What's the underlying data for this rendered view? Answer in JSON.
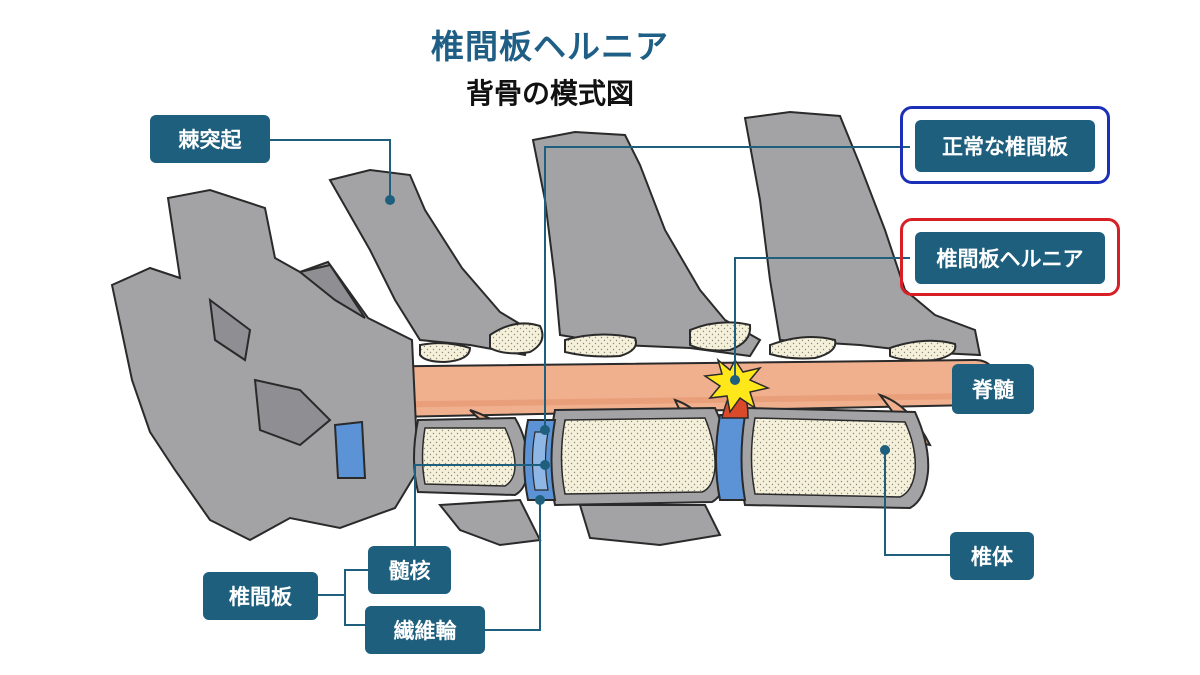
{
  "title": "椎間板ヘルニア",
  "subtitle": "背骨の模式図",
  "labels": {
    "spinous_process": "棘突起",
    "normal_disc": "正常な椎間板",
    "disc_herniation": "椎間板ヘルニア",
    "spinal_cord": "脊髄",
    "vertebral_body": "椎体",
    "intervertebral_disc": "椎間板",
    "nucleus_pulposus": "髄核",
    "annulus_fibrosus": "繊維輪"
  },
  "colors": {
    "title": "#1f5f86",
    "label_bg": "#1e5f7d",
    "normal_frame": "#1c2fb8",
    "hernia_frame": "#d81f26",
    "bone": "#a3a3a6",
    "spinal_cord": "#f0b08e",
    "disc_blue": "#5b93d6",
    "vertebral_body_fill": "#f5f0da",
    "hernia_burst": "#ffe71a"
  },
  "icons": {
    "hernia_marker": "burst-icon"
  }
}
